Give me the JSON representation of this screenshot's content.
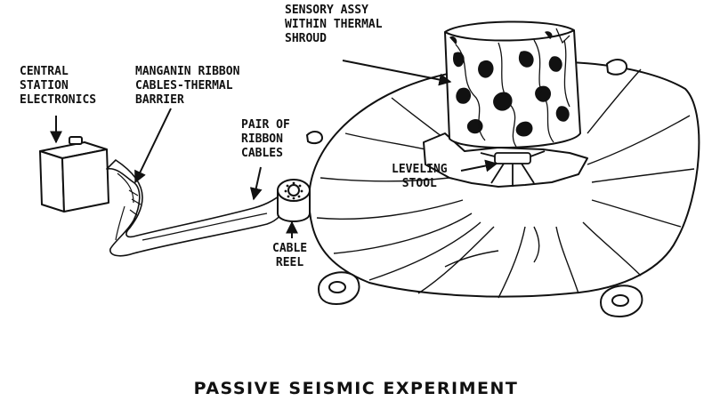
{
  "labels": {
    "central_station": [
      "CENTRAL",
      "STATION",
      "ELECTRONICS"
    ],
    "manganin": [
      "MANGANIN RIBBON",
      "CABLES-THERMAL",
      "BARRIER"
    ],
    "sensory": [
      "SENSORY ASSY",
      "WITHIN THERMAL",
      "SHROUD"
    ],
    "pair_cables": [
      "PAIR OF",
      "RIBBON",
      "CABLES"
    ],
    "leveling": [
      "LEVELING",
      "STOOL"
    ],
    "cable_reel": [
      "CABLE",
      "REEL"
    ]
  },
  "caption": "PASSIVE SEISMIC EXPERIMENT",
  "colors": {
    "ink": "#111111",
    "paper": "#ffffff"
  }
}
